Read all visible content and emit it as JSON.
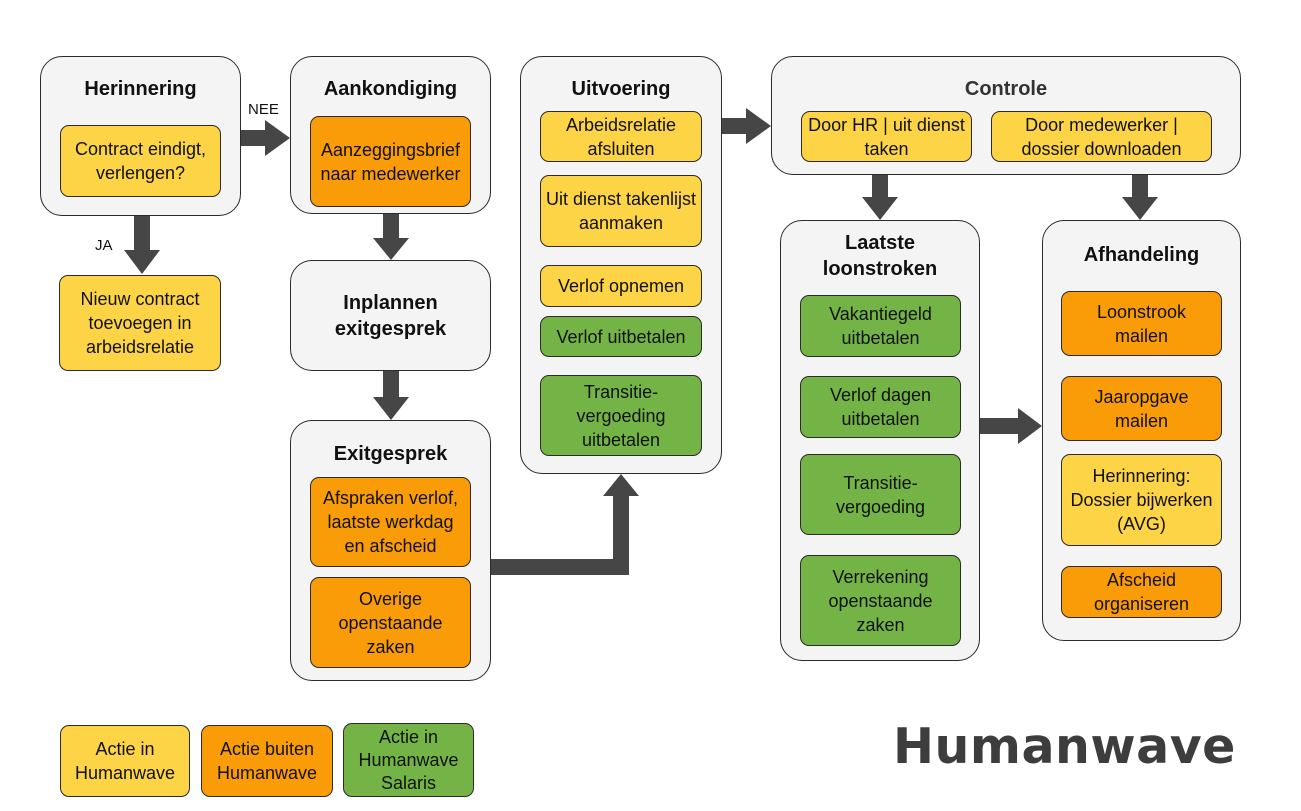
{
  "colors": {
    "yellow": "#fcd446",
    "orange": "#f99c07",
    "green": "#74b446",
    "arrow": "#464646",
    "group_bg": "#f4f4f4"
  },
  "herinnering": {
    "title": "Herinnering",
    "box": "Contract eindigt, verlengen?"
  },
  "label_nee": "NEE",
  "label_ja": "JA",
  "nieuw_contract": "Nieuw contract toevoegen in arbeidsrelatie",
  "aankondiging": {
    "title": "Aankondiging",
    "box": "Aanzeggingsbrief naar medewerker"
  },
  "inplannen": {
    "title": "Inplannen exitgesprek"
  },
  "exitgesprek": {
    "title": "Exitgesprek",
    "boxes": [
      "Afspraken verlof, laatste werkdag en afscheid",
      "Overige openstaande zaken"
    ]
  },
  "uitvoering": {
    "title": "Uitvoering",
    "boxes": [
      "Arbeidsrelatie afsluiten",
      "Uit dienst takenlijst aanmaken",
      "Verlof opnemen",
      "Verlof uitbetalen",
      "Transitie-vergoeding uitbetalen"
    ]
  },
  "controle": {
    "title": "Controle",
    "boxes": [
      "Door HR | uit dienst taken",
      "Door medewerker | dossier downloaden"
    ]
  },
  "laatste_loonstroken": {
    "title": "Laatste loonstroken",
    "boxes": [
      "Vakantiegeld uitbetalen",
      "Verlof dagen uitbetalen",
      "Transitie-vergoeding",
      "Verrekening openstaande zaken"
    ]
  },
  "afhandeling": {
    "title": "Afhandeling",
    "boxes": [
      "Loonstrook mailen",
      "Jaaropgave mailen",
      "Herinnering: Dossier bijwerken (AVG)",
      "Afscheid organiseren"
    ]
  },
  "legend": [
    "Actie in Humanwave",
    "Actie buiten Humanwave",
    "Actie in Humanwave Salaris"
  ],
  "logo": "Humanwave"
}
